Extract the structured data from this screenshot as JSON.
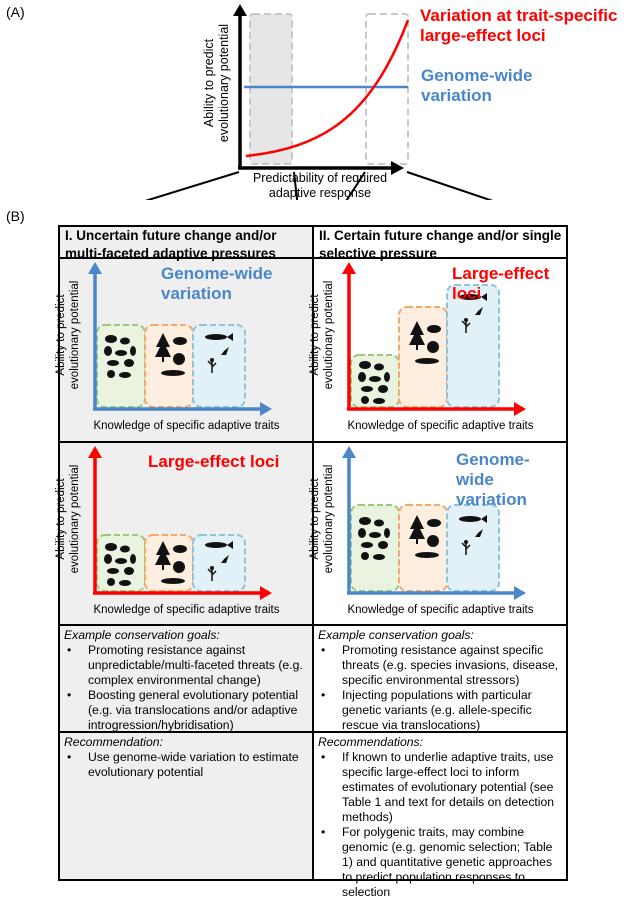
{
  "panel_a": {
    "label": "(A)",
    "y_axis": "Ability to predict\nevolutionary potential",
    "x_axis": "Predictability of required\nadaptive response",
    "red_curve_label": "Variation at trait-specific\nlarge-effect loci",
    "blue_line_label": "Genome-wide\nvariation",
    "colors": {
      "red": "#ff0000",
      "blue": "#4a86c8",
      "shade": "#e6e6e6"
    }
  },
  "panel_b": {
    "label": "(B)",
    "col1_header": "I. Uncertain future change and/or\nmulti-faceted adaptive pressures",
    "col2_header": "II. Certain future change and/or single\nselective pressure",
    "chart_y_axis": "Ability to predict\nevolutionary potential",
    "chart_x_axis": "Knowledge of specific adaptive traits",
    "chart_title_genome": "Genome-wide\nvariation",
    "chart_title_large": "Large-effect loci",
    "goals_heading": "Example conservation goals:",
    "col1_goals": [
      "Promoting resistance against unpredictable/multi-faceted threats (e.g. complex environmental change)",
      "Boosting general evolutionary potential (e.g. via translocations and/or adaptive introgression/hybridisation)"
    ],
    "col2_goals": [
      "Promoting resistance against specific threats (e.g. species invasions, disease, specific environmental stressors)",
      "Injecting populations with particular genetic variants (e.g. allele-specific rescue via translocations)"
    ],
    "col1_rec_heading": "Recommendation:",
    "col1_recs": [
      "Use genome-wide variation to estimate evolutionary potential"
    ],
    "col2_rec_heading": "Recommendations:",
    "col2_recs": [
      "If known to underlie adaptive traits, use specific large-effect loci to inform estimates of evolutionary potential (see Table 1 and text for details on detection methods)",
      "For polygenic traits, may combine genomic (e.g. genomic selection; Table 1) and quantitative genetic approaches  to predict population responses to selection"
    ],
    "bullet": "•",
    "colors": {
      "green": "#9bc97c",
      "orange": "#f4a96b",
      "lightblue": "#8cc4e0"
    }
  }
}
